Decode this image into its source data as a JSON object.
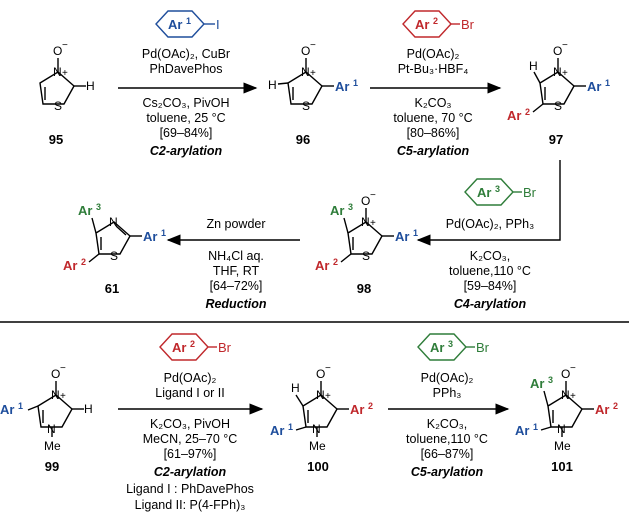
{
  "colors": {
    "ar1": "#1f4e9c",
    "ar2": "#c0282c",
    "ar3": "#2f7d3a"
  },
  "atoms": {
    "N": "N",
    "S": "S",
    "O_minus": "O",
    "minus": "−",
    "plus": "+",
    "H": "H",
    "Me": "Me"
  },
  "groups": {
    "ar1": "Ar",
    "ar2": "Ar",
    "ar3": "Ar",
    "sup1": "1",
    "sup2": "2",
    "sup3": "3",
    "I": "I",
    "Br": "Br"
  },
  "compounds": {
    "c95": "95",
    "c96": "96",
    "c97": "97",
    "c98": "98",
    "c61": "61",
    "c99": "99",
    "c100": "100",
    "c101": "101"
  },
  "step1": {
    "lines": [
      "Pd(OAc)₂, CuBr",
      "PhDavePhos"
    ],
    "below": [
      "Cs₂CO₃, PivOH",
      "toluene, 25 °C",
      "[69–84%]"
    ],
    "name": "C2-arylation"
  },
  "step2": {
    "lines": [
      "Pd(OAc)₂",
      "Pt-Bu₃·HBF₄"
    ],
    "below": [
      "K₂CO₃",
      "toluene, 70 °C",
      "[80–86%]"
    ],
    "name": "C5-arylation"
  },
  "step3": {
    "lines": [
      "Pd(OAc)₂, PPh₃"
    ],
    "below": [
      "K₂CO₃,",
      "toluene,110 °C",
      "[59–84%]"
    ],
    "name": "C4-arylation"
  },
  "step4": {
    "lines": [
      "Zn powder"
    ],
    "below": [
      "NH₄Cl aq.",
      "THF, RT",
      "[64–72%]"
    ],
    "name": "Reduction"
  },
  "step5": {
    "lines": [
      "Pd(OAc)₂",
      "Ligand I or II"
    ],
    "below": [
      "K₂CO₃, PivOH",
      "MeCN, 25–70 °C",
      "[61–97%]"
    ],
    "name": "C2-arylation",
    "ligands": [
      "Ligand I : PhDavePhos",
      "Ligand II: P(4-FPh)₃"
    ]
  },
  "step6": {
    "lines": [
      "Pd(OAc)₂",
      "PPh₃"
    ],
    "below": [
      "K₂CO₃,",
      "toluene,110 °C",
      "[66–87%]"
    ],
    "name": "C5-arylation"
  }
}
